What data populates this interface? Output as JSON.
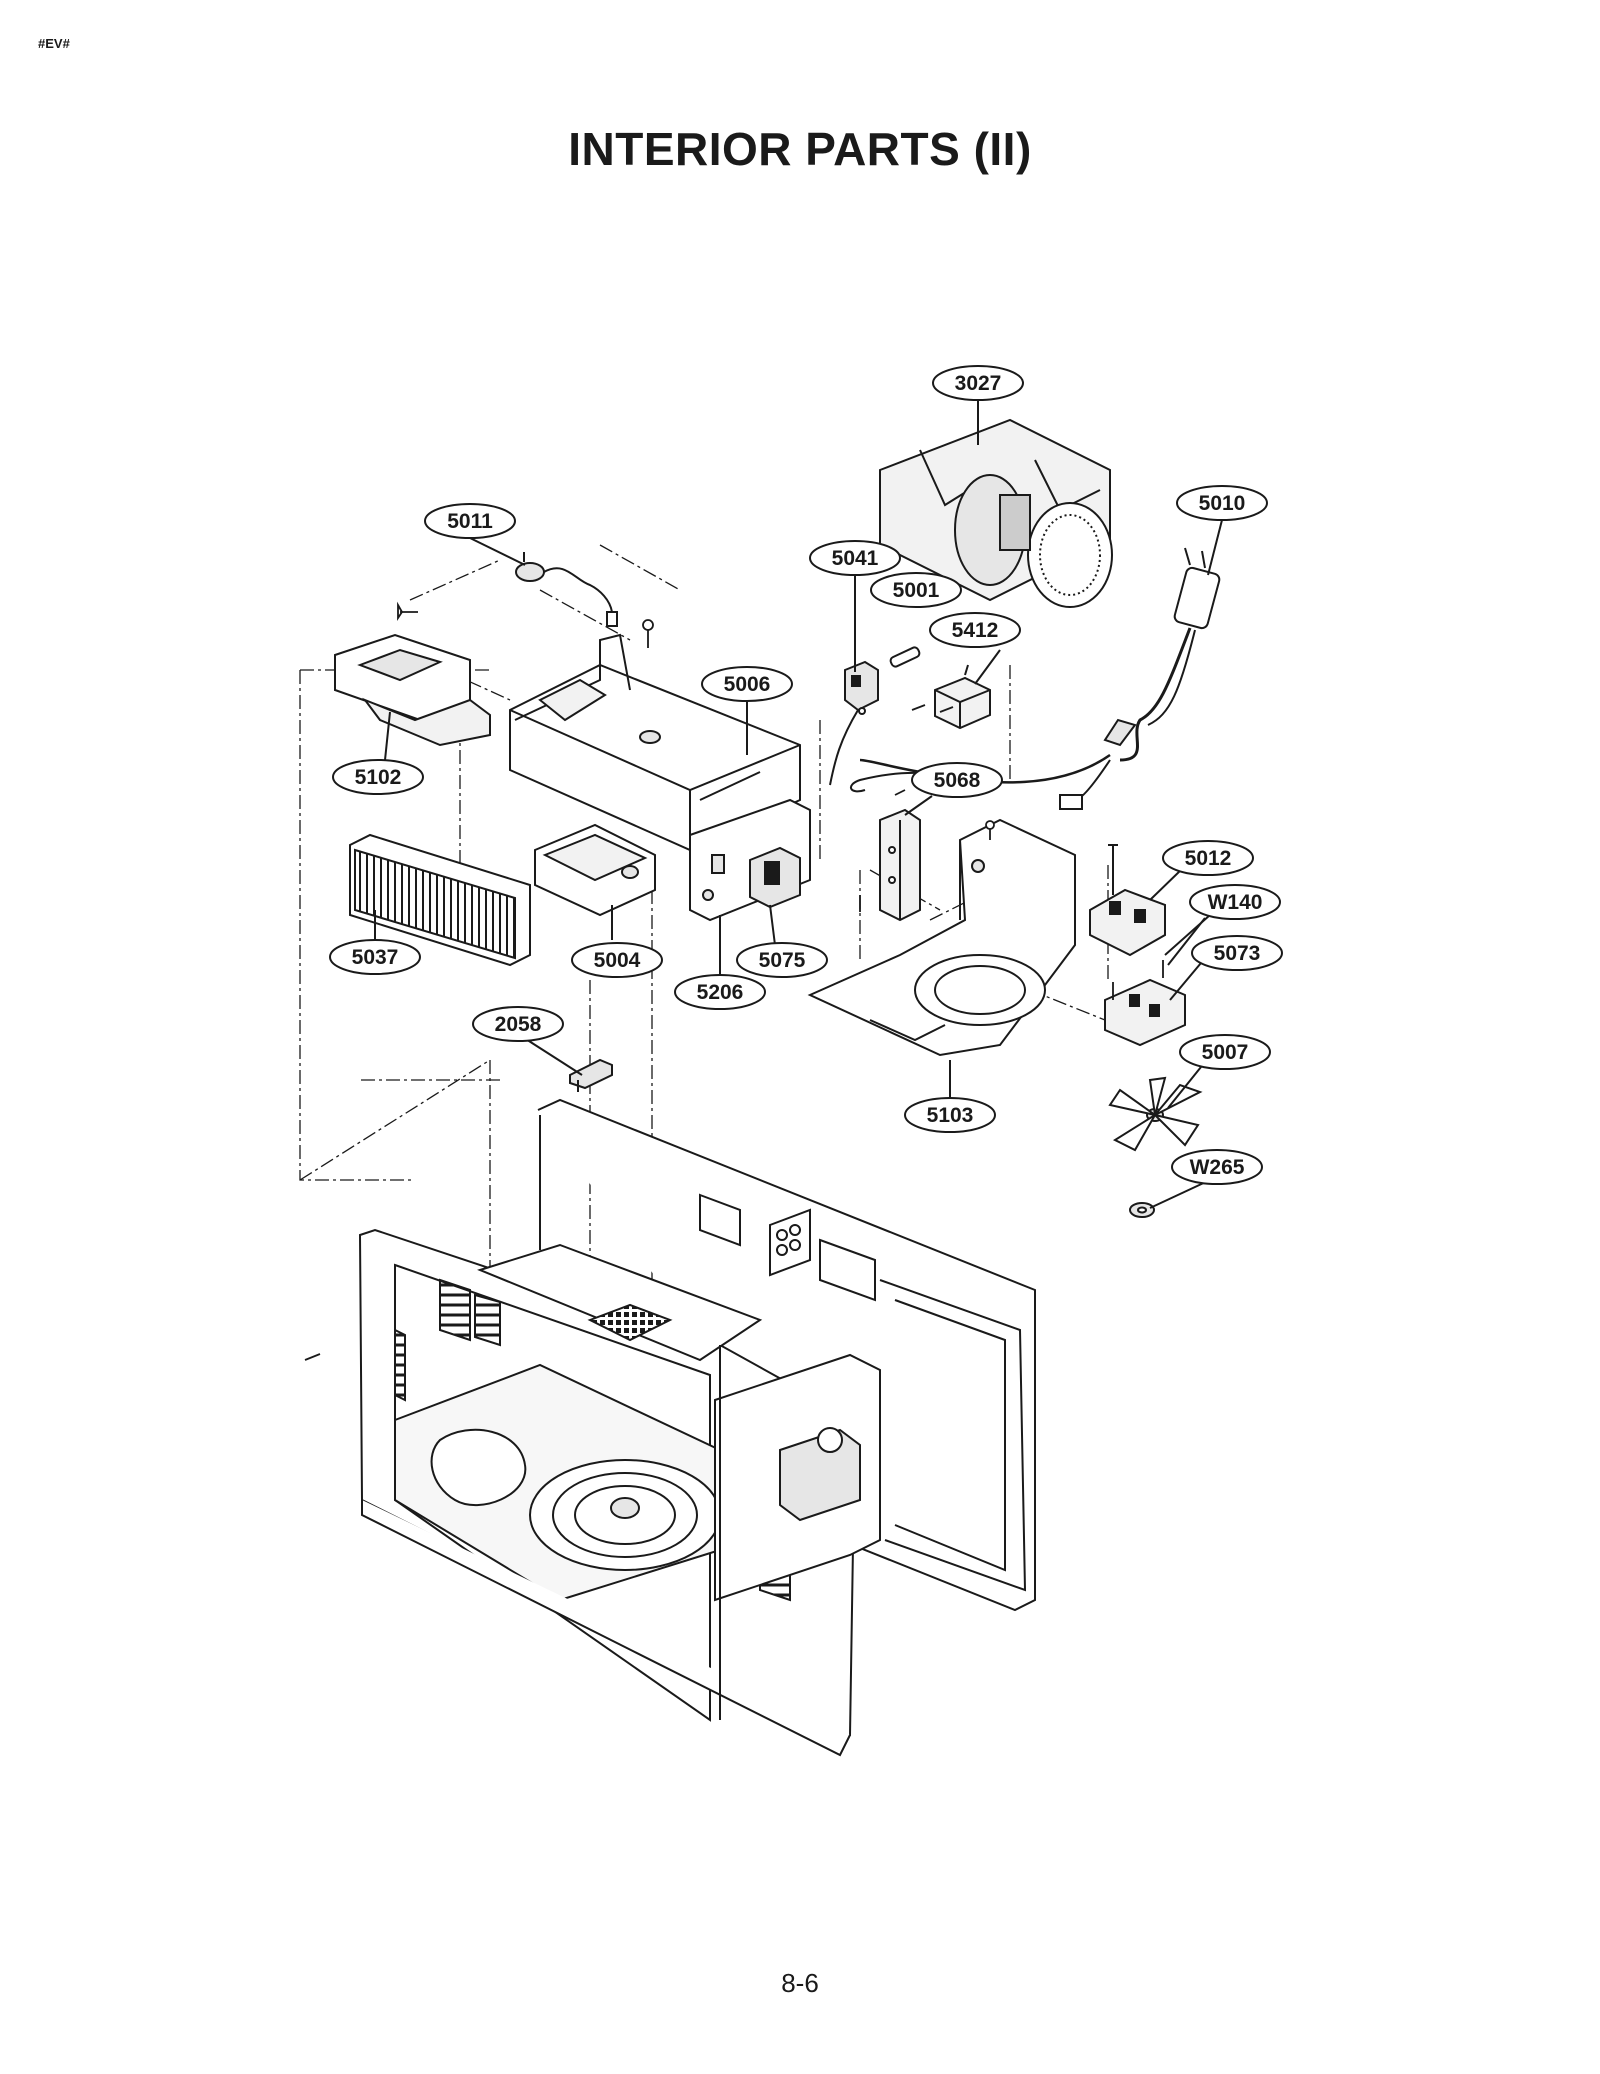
{
  "page": {
    "corner_tag": "#EV#",
    "title": "INTERIOR PARTS (II)",
    "page_number": "8-6"
  },
  "callouts": [
    {
      "id": "c3027",
      "label": "3027"
    },
    {
      "id": "c5010",
      "label": "5010"
    },
    {
      "id": "c5011",
      "label": "5011"
    },
    {
      "id": "c5041",
      "label": "5041"
    },
    {
      "id": "c5001",
      "label": "5001"
    },
    {
      "id": "c5412",
      "label": "5412"
    },
    {
      "id": "c5006",
      "label": "5006"
    },
    {
      "id": "c5102",
      "label": "5102"
    },
    {
      "id": "c5068",
      "label": "5068"
    },
    {
      "id": "c5012",
      "label": "5012"
    },
    {
      "id": "cW140",
      "label": "W140"
    },
    {
      "id": "c5073",
      "label": "5073"
    },
    {
      "id": "c5037",
      "label": "5037"
    },
    {
      "id": "c5004",
      "label": "5004"
    },
    {
      "id": "c5075",
      "label": "5075"
    },
    {
      "id": "c5206",
      "label": "5206"
    },
    {
      "id": "c2058",
      "label": "2058"
    },
    {
      "id": "c5007",
      "label": "5007"
    },
    {
      "id": "c5103",
      "label": "5103"
    },
    {
      "id": "cW265",
      "label": "W265"
    }
  ],
  "colors": {
    "ink": "#1a1a1a",
    "fill_light": "#e6e6e6",
    "fill_mid": "#bfbfbf"
  }
}
